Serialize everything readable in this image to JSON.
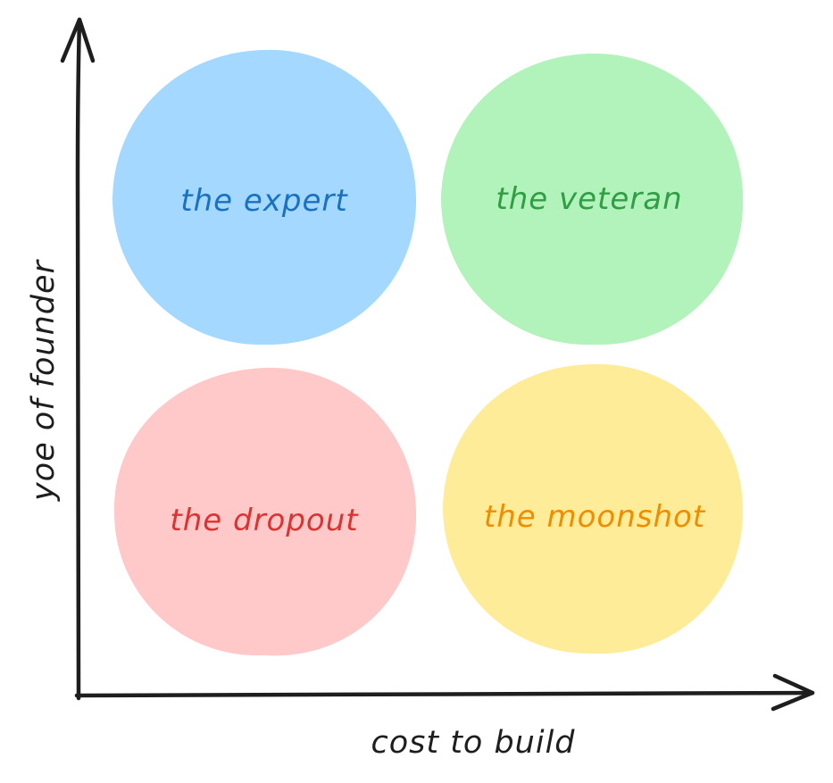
{
  "axes": {
    "x_label": "cost to build",
    "y_label": "yoe of founder",
    "line_color": "#1e1e1e"
  },
  "quadrants": [
    {
      "id": "expert",
      "label": "the expert",
      "fill": "#a5d8ff",
      "text_color": "#1971c2"
    },
    {
      "id": "veteran",
      "label": "the veteran",
      "fill": "#b2f2bb",
      "text_color": "#2f9e44"
    },
    {
      "id": "dropout",
      "label": "the dropout",
      "fill": "#ffc9c9",
      "text_color": "#e03131"
    },
    {
      "id": "moonshot",
      "label": "the moonshot",
      "fill": "#ffec99",
      "text_color": "#f08c00"
    }
  ]
}
